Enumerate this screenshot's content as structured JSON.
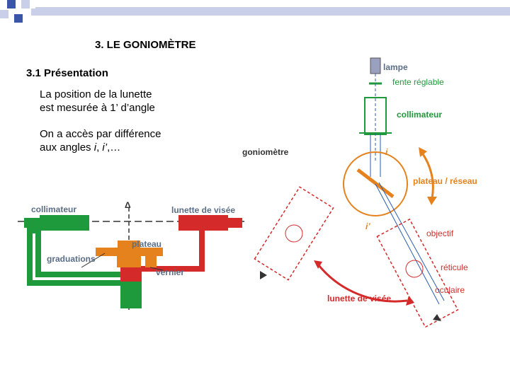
{
  "slide": {
    "title": "3. LE GONIOMÈTRE",
    "section": "3.1 Présentation",
    "para1_line1": "La position de la lunette",
    "para1_line2": "est mesurée à 1’ d’angle",
    "para2_line1": "On a accès par différence",
    "para2_prefix": "aux angles ",
    "para2_i": "i",
    "para2_sep": ", ",
    "para2_iprime": "i’",
    "para2_suffix": ",…"
  },
  "left_diagram": {
    "label_collimateur": "collimateur",
    "label_delta": "Δ",
    "label_lunette": "lunette de visée",
    "label_plateau": "plateau",
    "label_graduations": "graduations",
    "label_vernier": "vernier"
  },
  "right_diagram": {
    "label_lampe": "lampe",
    "label_fente": "fente réglable",
    "label_collimateur": "collimateur",
    "label_goniometre": "goniomètre",
    "label_i": "i",
    "label_plateau_reseau": "plateau / réseau",
    "label_iprime": "i’",
    "label_objectif": "objectif",
    "label_reticule": "réticule",
    "label_oculaire": "oculaire",
    "label_lunette": "lunette de visée"
  },
  "colors": {
    "green": "#1e9a3c",
    "red": "#d42a2a",
    "orange": "#e6821e",
    "blue": "#2a5db0",
    "grey_label": "#5a6e86",
    "deco_blue": "#3b55a8",
    "deco_light": "#c9cfe8"
  }
}
